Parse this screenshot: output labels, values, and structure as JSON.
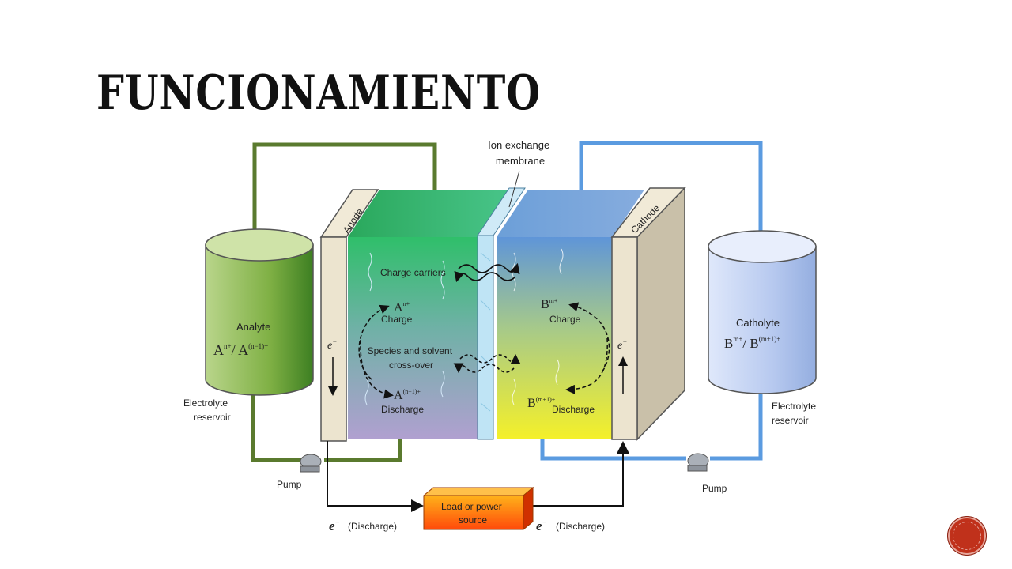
{
  "slide": {
    "title": "FUNCIONAMIENTO"
  },
  "diagram": {
    "membrane_label_1": "Ion exchange",
    "membrane_label_2": "membrane",
    "anode": "Anode",
    "cathode": "Cathode",
    "analyte": "Analyte",
    "analyte_formula": "A",
    "analyte_sup1": "n+",
    "analyte_slash": "/ A",
    "analyte_sup2": "(n−1)+",
    "catholyte": "Catholyte",
    "catholyte_formula": "B",
    "catholyte_sup1": "m+",
    "catholyte_slash": "/ B",
    "catholyte_sup2": "(m+1)+",
    "charge_carriers": "Charge carriers",
    "species_1": "Species and solvent",
    "species_2": "cross-over",
    "charge": "Charge",
    "discharge": "Discharge",
    "a_top": "A",
    "a_top_sup": "n+",
    "a_bottom": "A",
    "a_bottom_sup": "(n−1)+",
    "b_top": "B",
    "b_top_sup": "m+",
    "b_bottom": "B",
    "b_bottom_sup": "(m+1)+",
    "electron": "e",
    "electron_sup": "−",
    "left_reservoir_1": "Electrolyte",
    "left_reservoir_2": "reservoir",
    "right_reservoir_1": "Electrolyte",
    "right_reservoir_2": "reservoir",
    "pump_left": "Pump",
    "pump_right": "Pump",
    "load_1": "Load or power",
    "load_2": "source",
    "e_discharge_left": "(Discharge)",
    "e_discharge_right": "(Discharge)"
  },
  "colors": {
    "green_line": "#5a7a2e",
    "blue_line": "#5b9be0",
    "slide_button": "#c0311b"
  }
}
